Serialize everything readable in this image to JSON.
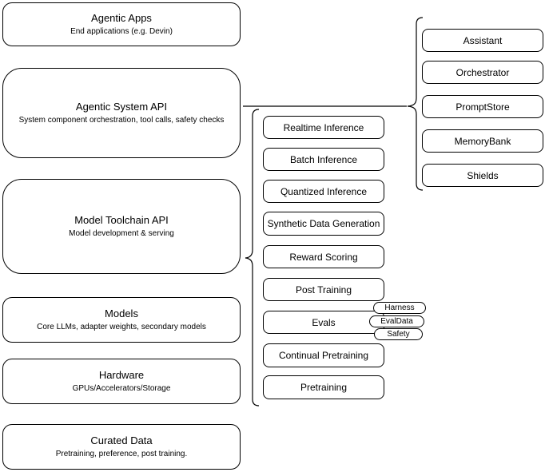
{
  "left_stack": [
    {
      "title": "Agentic Apps",
      "subtitle": "End applications (e.g. Devin)"
    },
    {
      "title": "Agentic System API",
      "subtitle": "System component orchestration, tool calls, safety checks"
    },
    {
      "title": "Model Toolchain API",
      "subtitle": "Model development & serving"
    },
    {
      "title": "Models",
      "subtitle": "Core LLMs, adapter weights, secondary models"
    },
    {
      "title": "Hardware",
      "subtitle": "GPUs/Accelerators/Storage"
    },
    {
      "title": "Curated Data",
      "subtitle": "Pretraining, preference, post training."
    }
  ],
  "toolchain": {
    "items": [
      "Realtime Inference",
      "Batch Inference",
      "Quantized Inference",
      "Synthetic Data Generation",
      "Reward Scoring",
      "Post Training",
      "Evals",
      "Continual Pretraining",
      "Pretraining"
    ]
  },
  "evals_tags": [
    "Harness",
    "EvalData",
    "Safety"
  ],
  "system_components": [
    "Assistant",
    "Orchestrator",
    "PromptStore",
    "MemoryBank",
    "Shields"
  ],
  "colors": {
    "stroke": "#000000",
    "fill": "#ffffff",
    "background": "#ffffff",
    "text": "#000000"
  }
}
